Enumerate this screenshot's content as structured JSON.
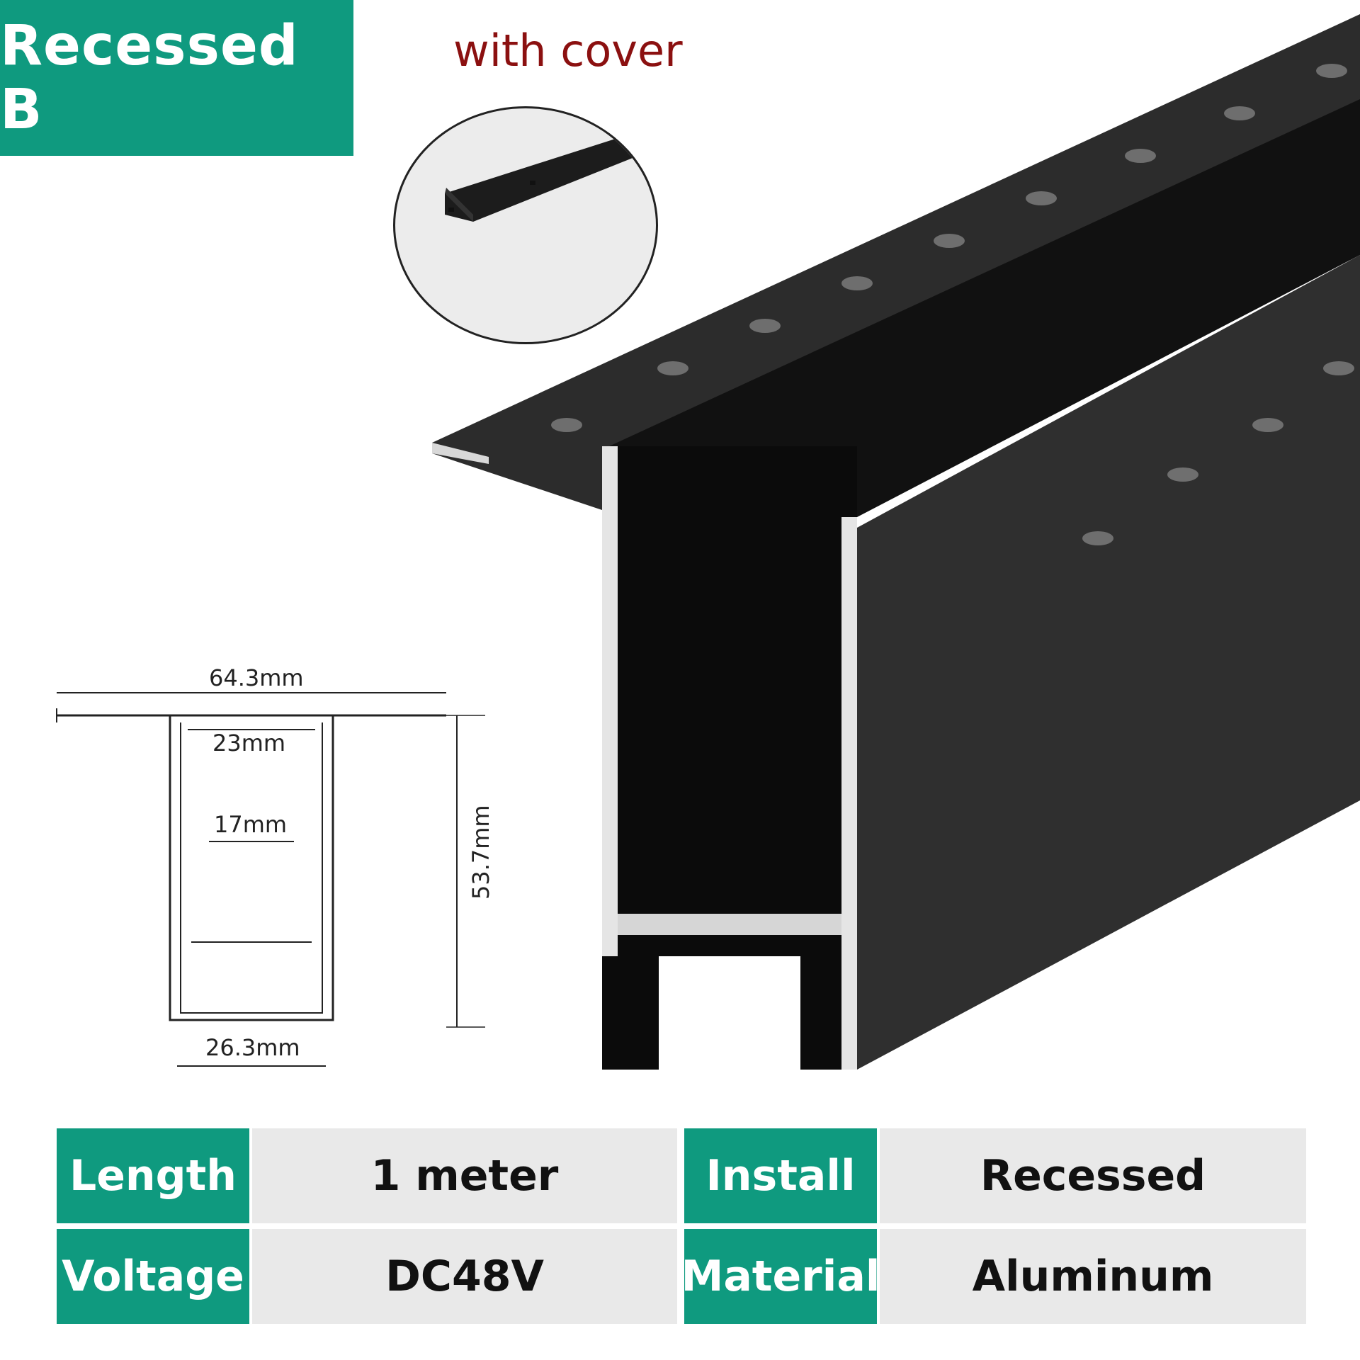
{
  "badge": {
    "title": "Recessed B"
  },
  "cover_label": "with cover",
  "drawing": {
    "total_width": "64.3mm",
    "top_opening": "23mm",
    "inner_width": "17mm",
    "height": "53.7mm",
    "bottom_width": "26.3mm"
  },
  "specs": [
    {
      "key": "Length",
      "value": "1 meter"
    },
    {
      "key": "Install",
      "value": "Recessed"
    },
    {
      "key": "Voltage",
      "value": "DC48V"
    },
    {
      "key": "Material",
      "value": "Aluminum"
    }
  ],
  "colors": {
    "brand": "#0f9a7f",
    "cover_label": "#8b1010",
    "product": "#1a1a1a"
  }
}
